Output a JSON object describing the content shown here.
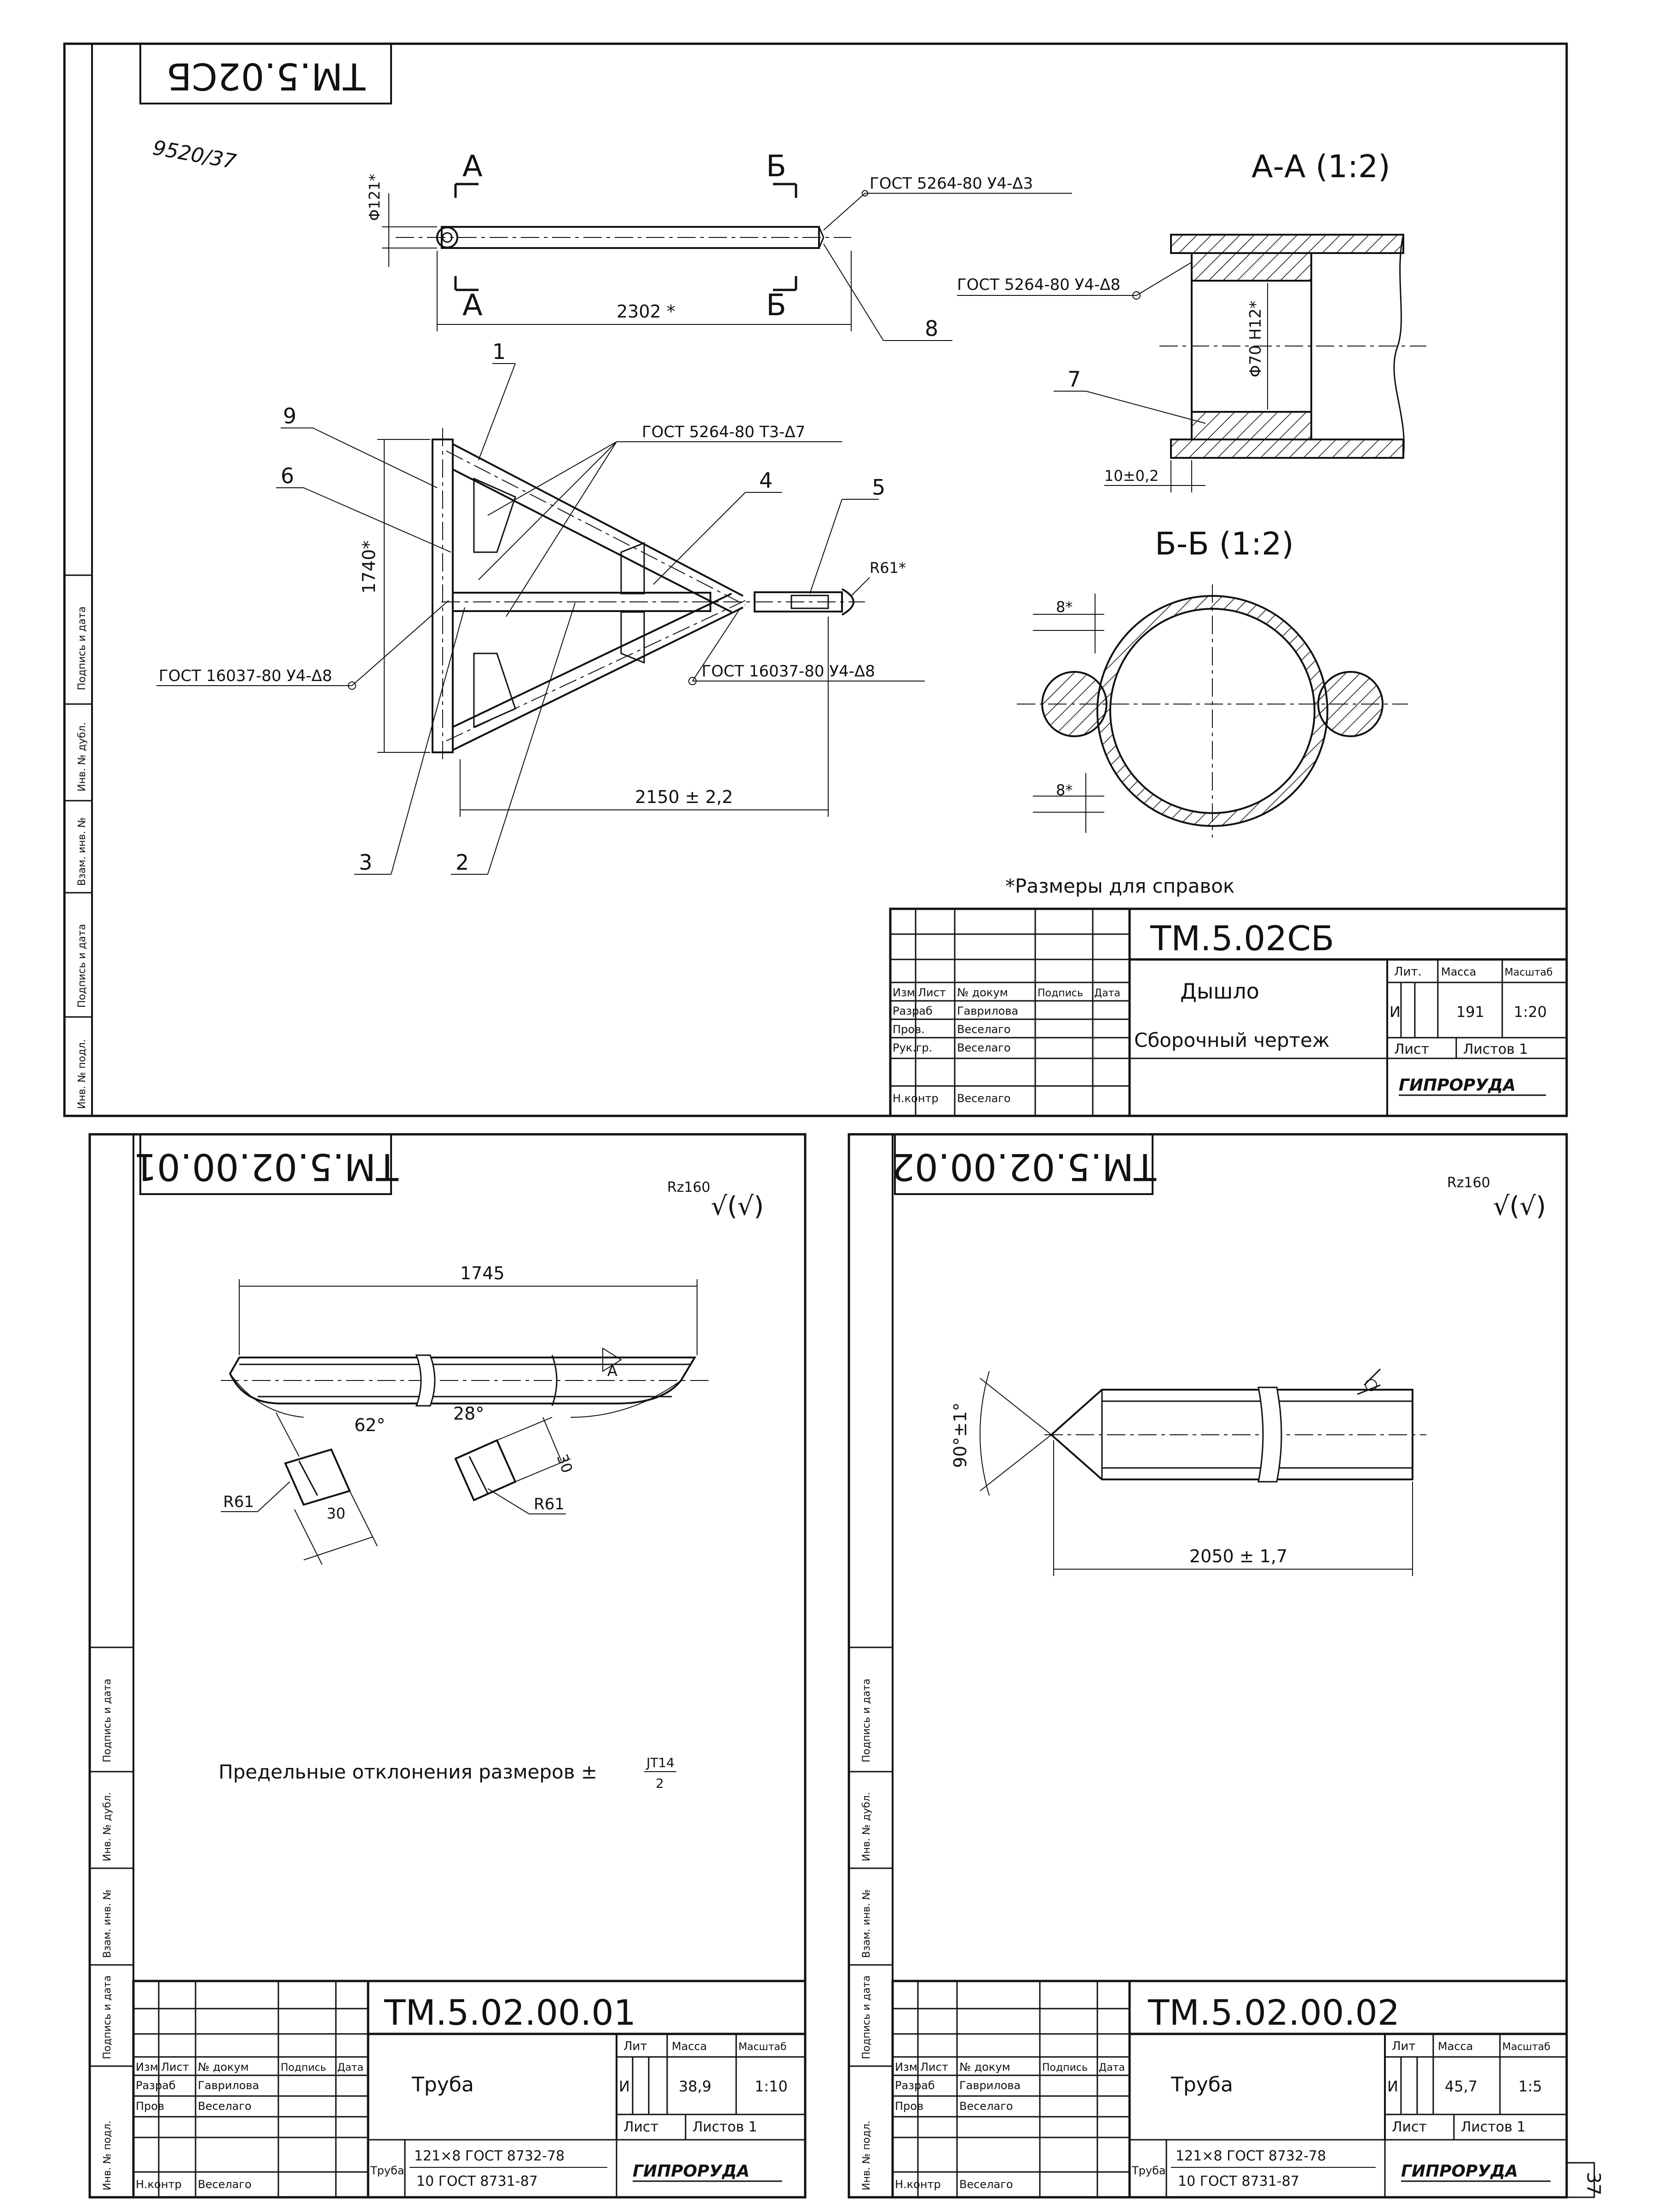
{
  "page": {
    "handwritten_note": "9520/37",
    "page_number": "37",
    "hatch_color": "#111111",
    "paper_color": "#ffffff"
  },
  "drawing_top": {
    "corner_stamp": "ТМ.5.02СБ",
    "section_aa_title": "А-А (1:2)",
    "section_bb_title": "Б-Б (1:2)",
    "cut_a": "А",
    "cut_b": "Б",
    "dim_121": "Φ121*",
    "dim_2302": "2302 *",
    "dim_1740": "1740*",
    "dim_2150": "2150 ± 2,2",
    "dim_r61": "R61*",
    "dim_70h12": "Φ70 H12*",
    "dim_10": "10±0,2",
    "dim_8a": "8*",
    "dim_8b": "8*",
    "weld_1": "ГОСТ 5264-80 У4-Δ3",
    "weld_2": "ГОСТ 5264-80 У4-Δ8",
    "weld_3": "ГОСТ 5264-80 Т3-Δ7",
    "weld_4": "ГОСТ 16037-80 У4-Δ8",
    "weld_5": "ГОСТ 16037-80  У4-Δ8",
    "positions": [
      "1",
      "2",
      "3",
      "4",
      "5",
      "6",
      "7",
      "8",
      "9"
    ],
    "note": "*Размеры для справок",
    "title_block": {
      "code": "ТМ.5.02СБ",
      "name": "Дышло",
      "doc_type": "Сборочный чертеж",
      "lit_header": "Лит.",
      "mass_header": "Масса",
      "scale_header": "Масштаб",
      "lit": "И",
      "mass": "191",
      "scale": "1:20",
      "sheet": "Лист",
      "sheets": "Листов 1",
      "org": "ГИПРОРУДА",
      "col_headers": [
        "Изм",
        "Лист",
        "№ докум",
        "Подпись",
        "Дата"
      ],
      "roles": [
        "Разраб",
        "Пров.",
        "Рук.гр.",
        "Н.контр"
      ],
      "people": [
        "Гаврилова",
        "Веселаго",
        "Веселаго",
        "Веселаго"
      ]
    }
  },
  "drawing_left": {
    "corner_stamp": "ТМ.5.02.00.01",
    "roughness": "Rz160",
    "roughness_sym": "√(√)",
    "dim_1745": "1745",
    "angle_62": "62°",
    "angle_28": "28°",
    "dim_r61a": "R61",
    "dim_r61b": "R61",
    "dim_30a": "30",
    "dim_30b": "30",
    "weld_mark": "А",
    "tolerance_note": "Предельные отклонения размеров ±",
    "tolerance_num": "JT14",
    "tolerance_den": "2",
    "title_block": {
      "code": "ТМ.5.02.00.01",
      "name": "Труба",
      "lit_header": "Лит",
      "mass_header": "Масса",
      "scale_header": "Масштаб",
      "lit": "И",
      "mass": "38,9",
      "scale": "1:10",
      "sheet": "Лист",
      "sheets": "Листов 1",
      "material_label": "Труба",
      "material_top": "121×8 ГОСТ 8732-78",
      "material_bottom": "10 ГОСТ 8731-87",
      "org": "ГИПРОРУДА",
      "col_headers": [
        "Изм",
        "Лист",
        "№ докум",
        "Подпись",
        "Дата"
      ],
      "roles": [
        "Разраб",
        "Пров",
        "Н.контр"
      ],
      "people": [
        "Гаврилова",
        "Веселаго",
        "Веселаго"
      ]
    }
  },
  "drawing_right": {
    "corner_stamp": "ТМ.5.02.00.02",
    "roughness": "Rz160",
    "roughness_sym": "√(√)",
    "angle_90": "90°±1°",
    "dim_2050": "2050 ± 1,7",
    "title_block": {
      "code": "ТМ.5.02.00.02",
      "name": "Труба",
      "lit_header": "Лит",
      "mass_header": "Масса",
      "scale_header": "Масштаб",
      "lit": "И",
      "mass": "45,7",
      "scale": "1:5",
      "sheet": "Лист",
      "sheets": "Листов 1",
      "material_label": "Труба",
      "material_top": "121×8 ГОСТ 8732-78",
      "material_bottom": "10 ГОСТ 8731-87",
      "org": "ГИПРОРУДА",
      "col_headers": [
        "Изм",
        "Лист",
        "№ докум",
        "Подпись",
        "Дата"
      ],
      "roles": [
        "Разраб",
        "Пров",
        "Н.контр"
      ],
      "people": [
        "Гаврилова",
        "Веселаго",
        "Веселаго"
      ]
    }
  },
  "side_strip": {
    "fields": [
      "Подпись и дата",
      "Инв. № дубл.",
      "Взам. инв. №",
      "Подпись и дата",
      "Инв. № подл."
    ]
  }
}
